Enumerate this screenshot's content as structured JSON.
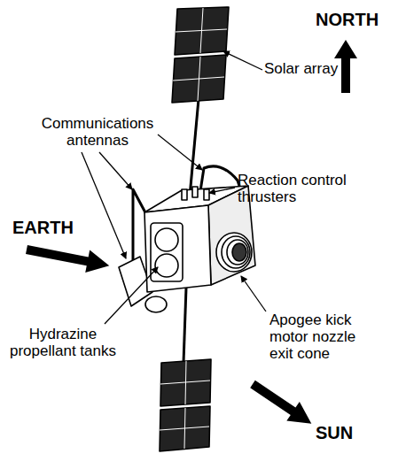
{
  "diagram": {
    "labels": [
      "NORTH",
      "Solar array",
      "Communications antennas",
      "Reaction control thrusters",
      "EARTH",
      "Hydrazine propellant tanks",
      "Apogee kick motor nozzle exit cone",
      "SUN"
    ]
  }
}
